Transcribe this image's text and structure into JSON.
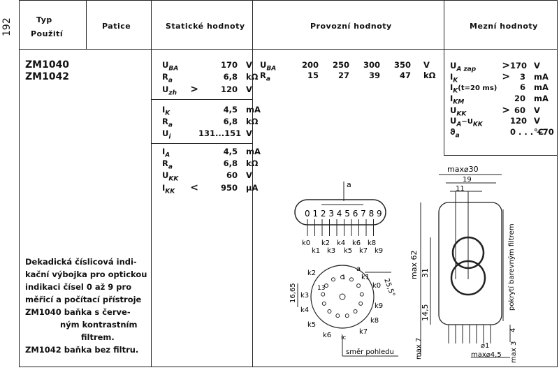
{
  "page_number": "192",
  "header": {
    "typ": "Typ",
    "pouziti": "Použití",
    "patice": "Patice",
    "staticke": "Statické hodnoty",
    "provozni": "Provozní hodnoty",
    "mezni": "Mezní hodnoty"
  },
  "models": [
    "ZM1040",
    "ZM1042"
  ],
  "static_block1": [
    {
      "sym": "U",
      "sub": "BA",
      "op": "",
      "val": "170",
      "unit": "V"
    },
    {
      "sym": "R",
      "sub": "a",
      "op": "",
      "val": "6,8",
      "unit": "kΩ"
    },
    {
      "sym": "U",
      "sub": "zh",
      "op": ">",
      "val": "120",
      "unit": "V"
    }
  ],
  "static_block2": [
    {
      "sym": "I",
      "sub": "K",
      "op": "",
      "val": "4,5",
      "unit": "mA"
    },
    {
      "sym": "R",
      "sub": "a",
      "op": "",
      "val": "6,8",
      "unit": "kΩ"
    },
    {
      "sym": "U",
      "sub": "i",
      "op": "",
      "val": "131...151",
      "unit": "V"
    }
  ],
  "static_block3": [
    {
      "sym": "I",
      "sub": "A",
      "op": "",
      "val": "4,5",
      "unit": "mA"
    },
    {
      "sym": "R",
      "sub": "a",
      "op": "",
      "val": "6,8",
      "unit": "kΩ"
    },
    {
      "sym": "U",
      "sub": "KK",
      "op": "",
      "val": "60",
      "unit": "V"
    },
    {
      "sym": "I",
      "sub": "KK",
      "op": "<",
      "val": "950",
      "unit": "μA"
    }
  ],
  "operating": [
    {
      "sym": "U",
      "sub": "BA",
      "vals": [
        "200",
        "250",
        "300",
        "350"
      ],
      "unit": "V"
    },
    {
      "sym": "R",
      "sub": "a",
      "vals": [
        "15",
        "27",
        "39",
        "47"
      ],
      "unit": "kΩ"
    }
  ],
  "limits": [
    {
      "sym": "U",
      "sub": "A zap",
      "op": ">",
      "val": "170",
      "unit": "V"
    },
    {
      "sym": "I",
      "sub": "K",
      "op": ">",
      "val": "3",
      "unit": "mA"
    },
    {
      "sym": "I",
      "sub": "K",
      "extra": "(t=20 ms)",
      "op": "",
      "val": "6",
      "unit": "mA"
    },
    {
      "sym": "I",
      "sub": "KM",
      "op": "",
      "val": "20",
      "unit": "mA"
    },
    {
      "sym": "U",
      "sub": "KK",
      "op": ">",
      "val": "60",
      "unit": "V"
    },
    {
      "sym": "U",
      "sub": "A",
      "extra": "−U",
      "sub2": "KK",
      "op": "",
      "val": "120",
      "unit": "V"
    },
    {
      "sym": "ϑ",
      "sub": "a",
      "op": "",
      "val": "0 . . . +70",
      "unit": "°C"
    }
  ],
  "description": [
    "Dekadická číslicová indi-",
    "kační výbojka pro optickou",
    "indikaci čísel 0 až 9 pro",
    "měřicí a počítací přístroje",
    "ZM1040 baňka s červe-",
    "ným kontrastním",
    "filtrem.",
    "ZM1042 baňka bez filtru."
  ],
  "diagram": {
    "anode": "a",
    "digits": "0 1 2 3 4 5 6 7 8 9",
    "k_top": [
      "k0",
      "k2",
      "k4",
      "k6",
      "k8"
    ],
    "k_bot": [
      "k1",
      "k3",
      "k5",
      "k7",
      "k9"
    ],
    "dim_max30": "max⌀30",
    "dim_19": "19",
    "dim_11": "11",
    "dim_max62": "max 62",
    "dim_31": "31",
    "dim_145": "14,5",
    "dim_max7": "max 7",
    "dim_4": "4",
    "dim_1": "⌀1",
    "dim_max45": "max⌀4,5",
    "dim_max3": "max 3",
    "filter_label": "pokrytí barevným filtrem",
    "base_dim": "16,65",
    "angle": "25,5°",
    "pin13": "13",
    "pin1": "1",
    "ic": "ic",
    "view": "směr pohledu"
  }
}
